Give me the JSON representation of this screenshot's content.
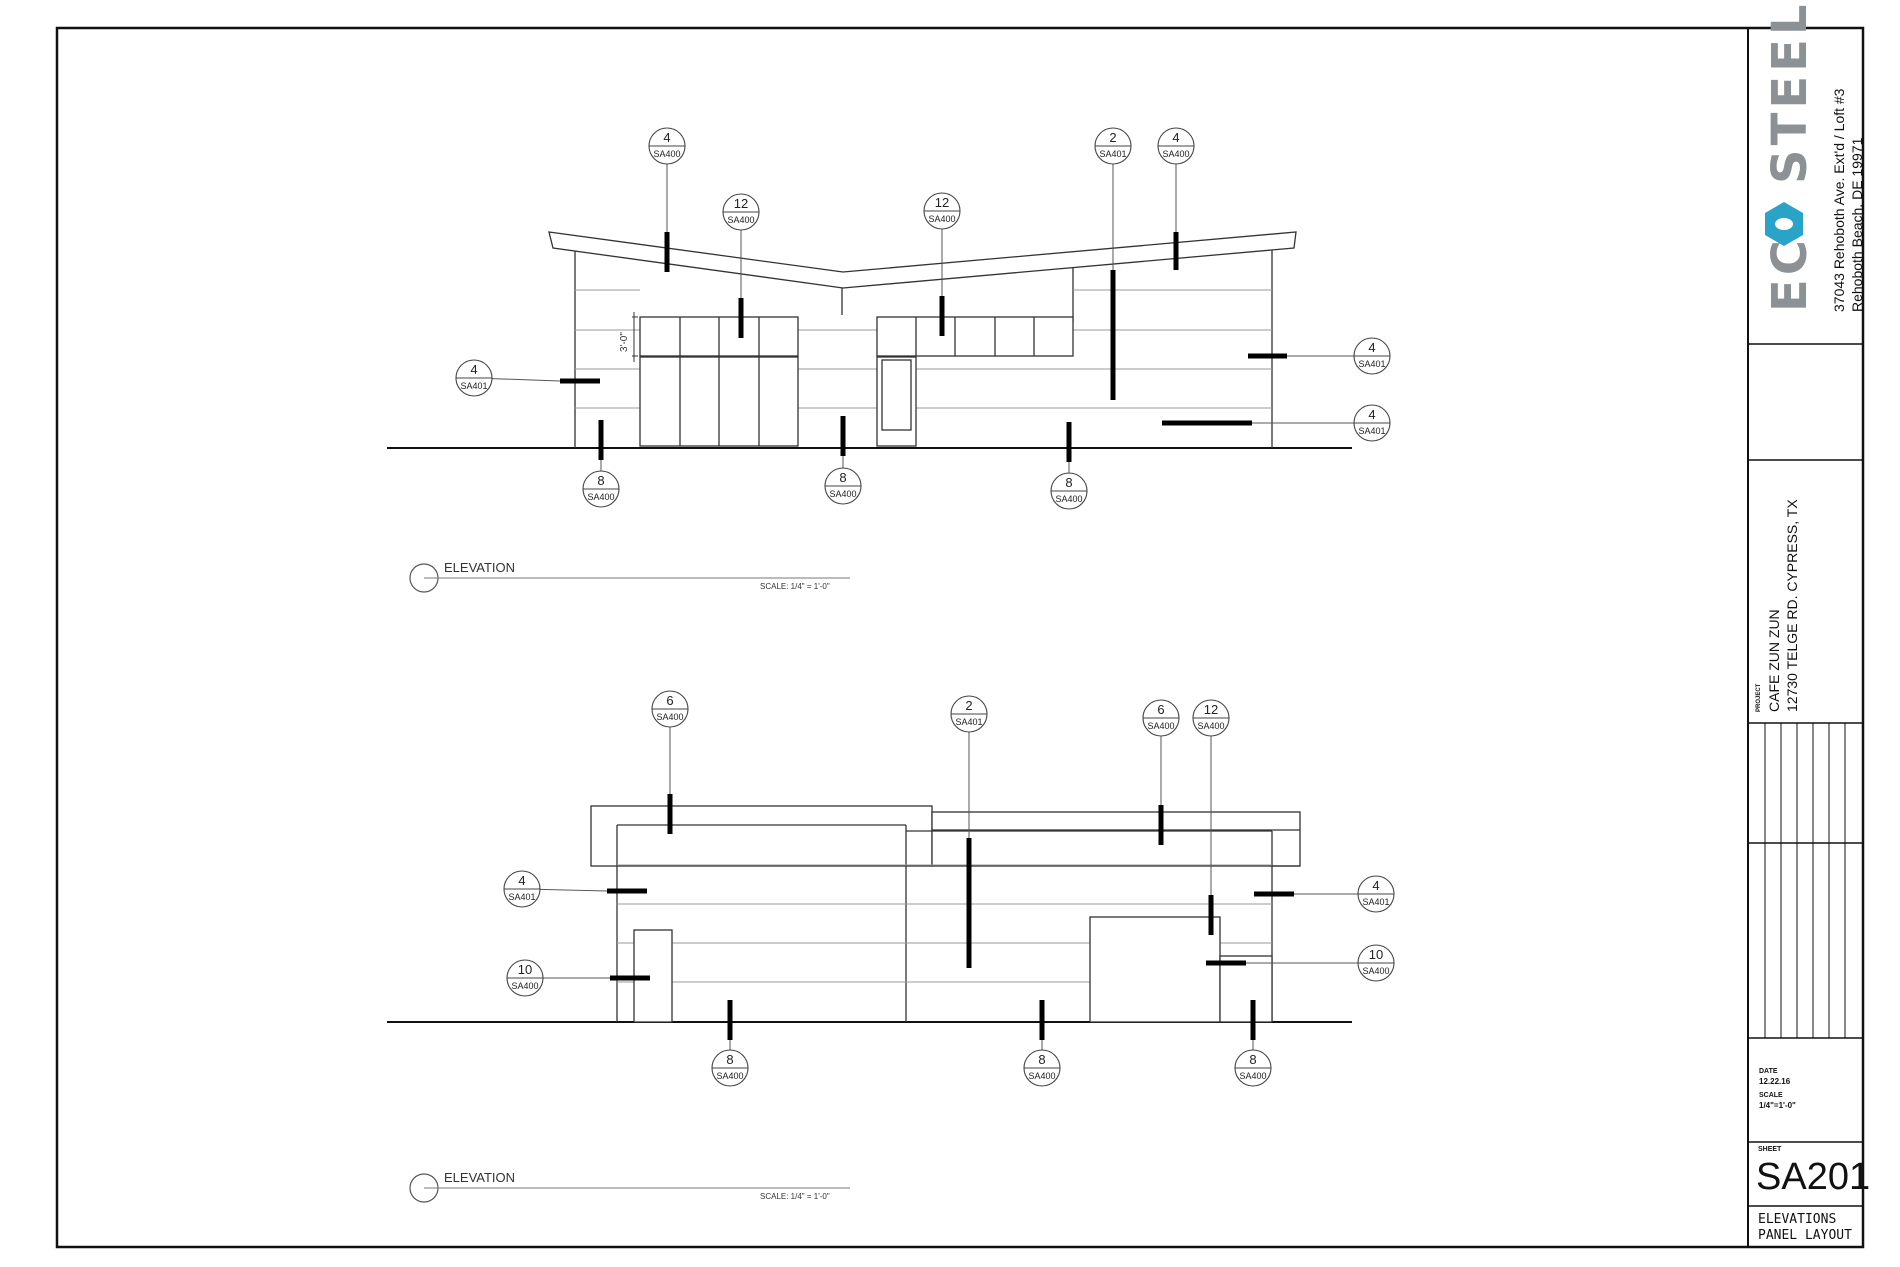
{
  "elevations": [
    {
      "title": "ELEVATION",
      "scale": "SCALE: 1/4\" = 1'-0\"",
      "dimension": "3'-0\"",
      "callouts": [
        {
          "num": "4",
          "ref": "SA400"
        },
        {
          "num": "12",
          "ref": "SA400"
        },
        {
          "num": "12",
          "ref": "SA400"
        },
        {
          "num": "2",
          "ref": "SA401"
        },
        {
          "num": "4",
          "ref": "SA400"
        },
        {
          "num": "4",
          "ref": "SA401"
        },
        {
          "num": "4",
          "ref": "SA401"
        },
        {
          "num": "4",
          "ref": "SA401"
        },
        {
          "num": "8",
          "ref": "SA400"
        },
        {
          "num": "8",
          "ref": "SA400"
        },
        {
          "num": "8",
          "ref": "SA400"
        }
      ]
    },
    {
      "title": "ELEVATION",
      "scale": "SCALE: 1/4\" = 1'-0\"",
      "callouts": [
        {
          "num": "6",
          "ref": "SA400"
        },
        {
          "num": "2",
          "ref": "SA401"
        },
        {
          "num": "6",
          "ref": "SA400"
        },
        {
          "num": "12",
          "ref": "SA400"
        },
        {
          "num": "4",
          "ref": "SA401"
        },
        {
          "num": "10",
          "ref": "SA400"
        },
        {
          "num": "4",
          "ref": "SA401"
        },
        {
          "num": "10",
          "ref": "SA400"
        },
        {
          "num": "8",
          "ref": "SA400"
        },
        {
          "num": "8",
          "ref": "SA400"
        },
        {
          "num": "8",
          "ref": "SA400"
        }
      ]
    }
  ],
  "title_block": {
    "logo_left": "EC",
    "logo_right": "STEEL",
    "address_line1": "37043 Rehoboth Ave. Ext'd / Loft #3",
    "address_line2": "Rehoboth Beach, DE 19971",
    "project_label": "PROJECT",
    "project_name": "CAFE ZUN ZUN",
    "project_address": "12730 TELGE RD.   CYPRESS, TX",
    "date_label": "DATE",
    "date_value": "12.22.16",
    "scale_label": "SCALE",
    "scale_value": "1/4\"=1'-0\"",
    "sheet_label": "SHEET",
    "sheet_number": "SA201",
    "sheet_title_line1": "ELEVATIONS",
    "sheet_title_line2": "PANEL LAYOUT"
  }
}
